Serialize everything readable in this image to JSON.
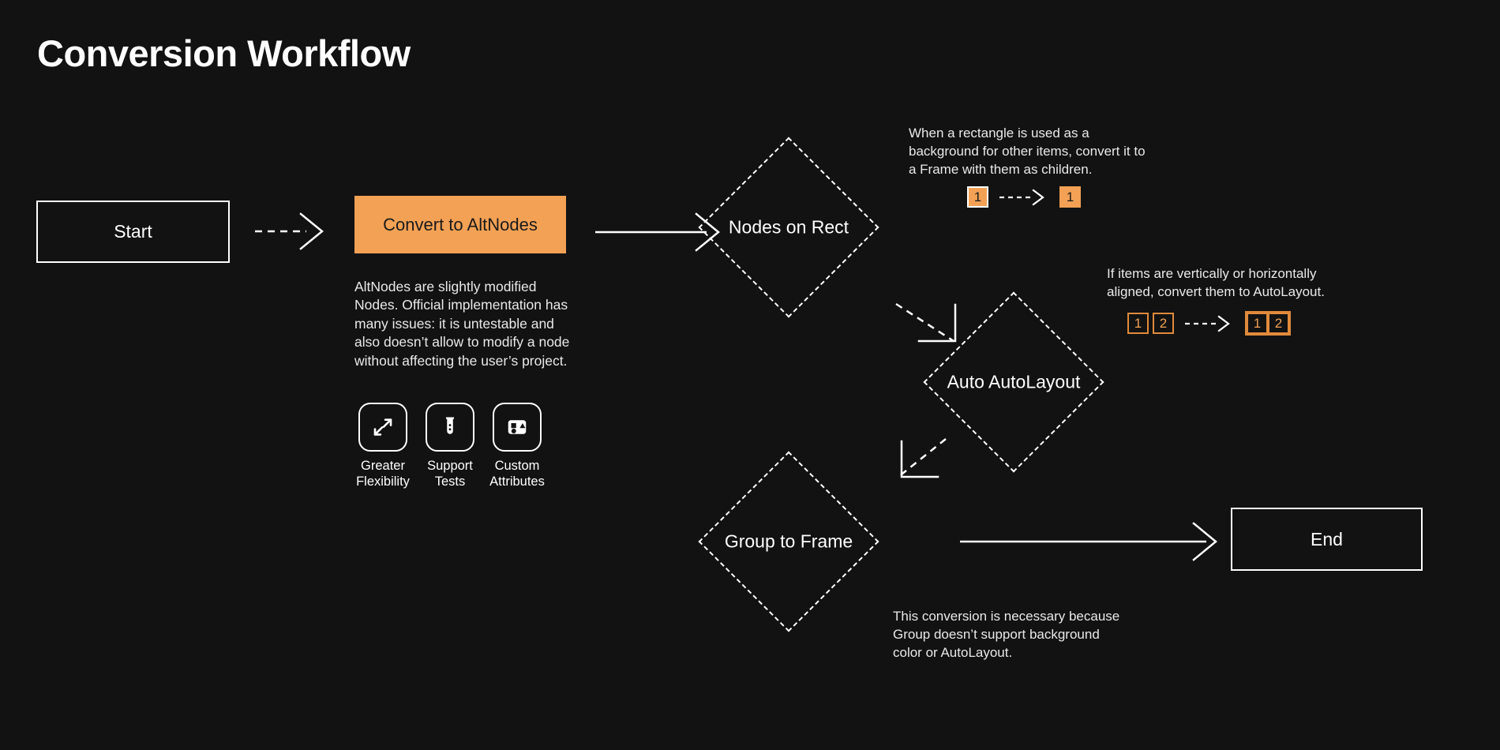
{
  "title": "Conversion Workflow",
  "colors": {
    "background": "#121212",
    "accent_orange": "#F3A155",
    "accent_orange_border": "#E08A3C",
    "stroke_white": "#FFFFFF",
    "text_primary": "#FFFFFF",
    "text_secondary": "#E9E9E9"
  },
  "nodes": {
    "start": {
      "label": "Start",
      "type": "terminal"
    },
    "convert": {
      "label": "Convert to AltNodes",
      "type": "process-highlight"
    },
    "nodes_on_rect": {
      "label": "Nodes on Rect",
      "type": "decision"
    },
    "auto_autolayout": {
      "label": "Auto AutoLayout",
      "type": "decision"
    },
    "group_to_frame": {
      "label": "Group to Frame",
      "type": "decision"
    },
    "end": {
      "label": "End",
      "type": "terminal"
    }
  },
  "convert_description": "AltNodes are slightly modified Nodes. Official implementation has many issues: it is untestable and also doesn’t allow to modify a node without affecting the user’s project.",
  "features": [
    {
      "icon": "expand-arrows-icon",
      "label_line1": "Greater",
      "label_line2": "Flexibility"
    },
    {
      "icon": "test-tube-icon",
      "label_line1": "Support",
      "label_line2": "Tests"
    },
    {
      "icon": "shapes-panel-icon",
      "label_line1": "Custom",
      "label_line2": "Attributes"
    }
  ],
  "notes": {
    "nodes_on_rect": "When a rectangle is used as a background for other items, convert it to a Frame with them as children.",
    "auto_autolayout": "If items are vertically or horizontally aligned, convert them to AutoLayout.",
    "group_to_frame": "This conversion is necessary because Group doesn’t support background color or AutoLayout."
  },
  "badge_demos": {
    "nodes_on_rect": {
      "before": [
        "1"
      ],
      "after": [
        "1"
      ],
      "arrow": "dashed-arrow-icon"
    },
    "auto_autolayout": {
      "before": [
        "1",
        "2"
      ],
      "after": [
        "1",
        "2"
      ],
      "arrow": "dashed-arrow-icon"
    }
  },
  "connectors": [
    {
      "from": "start",
      "to": "convert",
      "style": "dashed"
    },
    {
      "from": "convert",
      "to": "nodes_on_rect",
      "style": "solid"
    },
    {
      "from": "nodes_on_rect",
      "to": "auto_autolayout",
      "style": "dashed-elbow"
    },
    {
      "from": "auto_autolayout",
      "to": "group_to_frame",
      "style": "dashed-elbow"
    },
    {
      "from": "group_to_frame",
      "to": "end",
      "style": "solid"
    }
  ]
}
